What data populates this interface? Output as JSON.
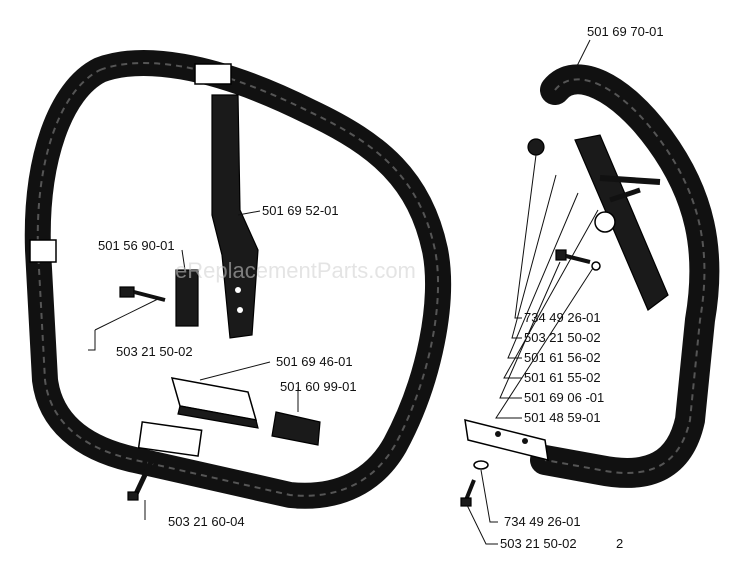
{
  "watermark": "eReplacementParts.com",
  "labels": {
    "top_right": "501 69 70-01",
    "strap": "501 69 52-01",
    "left_block": "501 56 90-01",
    "left_bolt": "503 21 50-02",
    "bar": "501 69 46-01",
    "pad": "501 60 99-01",
    "bottom_bolt": "503 21 60-04",
    "r1": "734 49 26-01",
    "r2": "503 21 50-02",
    "r3": "501 61 56-02",
    "r4": "501 61 55-02",
    "r5": "501 69 06 -01",
    "r6": "501 48 59-01",
    "br1": "734 49 26-01",
    "br2": "503 21 50-02",
    "br2_suffix": "2"
  }
}
